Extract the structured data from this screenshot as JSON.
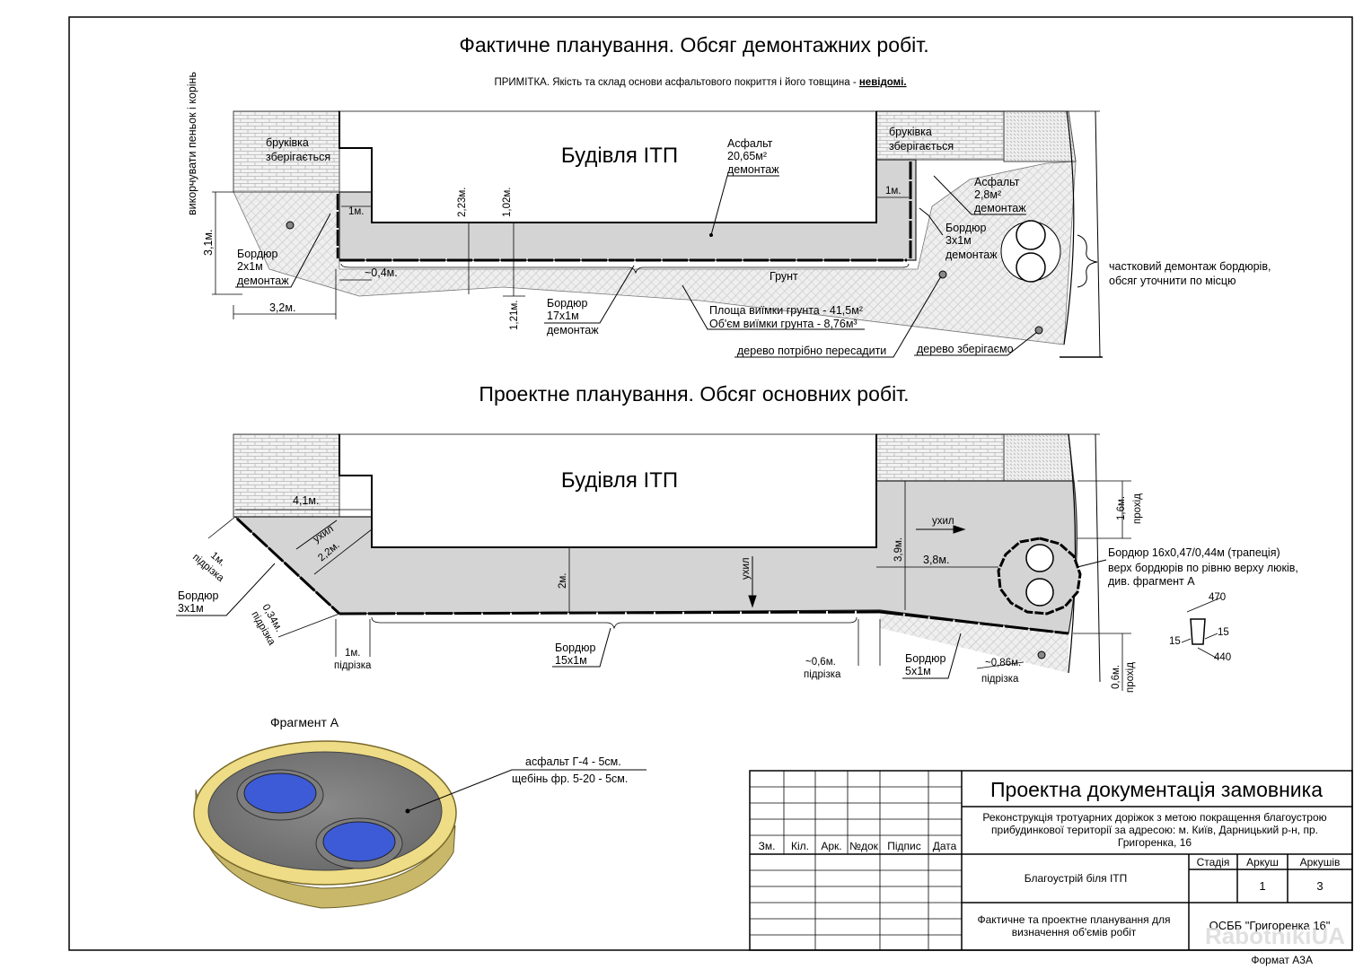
{
  "top": {
    "title": "Фактичне планування. Обсяг демонтажних робіт.",
    "note_prefix": "ПРИМІТКА. Якість та склад основи асфальтового покриття і його товщина - ",
    "note_bold": "невідомі.",
    "building": "Будівля ІТП",
    "paving_left": [
      "бруківка",
      "зберігається"
    ],
    "paving_right": [
      "бруківка",
      "зберігається"
    ],
    "stump_note": "викорчувати пеньок і корінь",
    "asphalt_main": [
      "Асфальт",
      "20,65м²",
      "демонтаж"
    ],
    "asphalt_right": [
      "Асфальт",
      "2,8м²",
      "демонтаж"
    ],
    "curb_left": [
      "Бордюр",
      "2х1м",
      "демонтаж"
    ],
    "curb_right": [
      "Бордюр",
      "3х1м",
      "демонтаж"
    ],
    "curb_bottom": [
      "Бордюр",
      "17х1м",
      "демонтаж"
    ],
    "ground": "Грунт",
    "excavation_area": "Площа виїмки грунта - 41,5м²",
    "excavation_volume": "Об'єм виїмки грунта  - 8,76м³",
    "tree_move": "дерево потрібно пересадити",
    "tree_keep": "дерево зберігаємо",
    "partial_demo": [
      "частковий демонтаж бордюрів,",
      "обсяг уточнити по місцю"
    ],
    "dims": {
      "d31": "3,1м.",
      "d32": "3,2м.",
      "d1a": "1м.",
      "d1b": "1м.",
      "d04": "~0,4м.",
      "d223": "2,23м.",
      "d102": "1,02м.",
      "d121": "1,21м."
    }
  },
  "bottom": {
    "title": "Проектне планування. Обсяг основних робіт.",
    "building": "Будівля ІТП",
    "slope": "ухил",
    "curb_left": [
      "Бордюр",
      "3х1м"
    ],
    "curb_mid": [
      "Бордюр",
      "15х1м"
    ],
    "curb_right": [
      "Бордюр",
      "5х1м"
    ],
    "curb_trap": [
      "Бордюр 16х0,47/0,44м (трапеція)",
      "верх бордюрів по рівню верху люків,",
      "див. фрагмент А"
    ],
    "trim": "підрізка",
    "passage": "прохід",
    "dims": {
      "d41": "4,1м.",
      "d22": "2,2м.",
      "d1m": "1м.",
      "d034": "0,34м.",
      "d2": "2м.",
      "d39": "3,9м.",
      "d38": "3,8м.",
      "d16": "1,6м.",
      "d06a": "~0,6м.",
      "d086": "~0,86м.",
      "d06b": "0,6м.",
      "d1": "1м."
    },
    "trap_dims": [
      "470",
      "15",
      "15",
      "440"
    ]
  },
  "fragment": {
    "title": "Фрагмент А",
    "layers": [
      "асфальт Г-4 - 5см.",
      "щебінь фр. 5-20 - 5см."
    ]
  },
  "title_block": {
    "header": "Проектна документація замовника",
    "project": [
      "Реконструкція тротуарних доріжок з метою покращення благоустрою",
      "прибудинкової території за адресою: м. Київ, Дарницький р-н, пр.",
      "Григоренка, 16"
    ],
    "cols": [
      "Зм.",
      "Кіл.",
      "Арк.",
      "№док",
      "Підпис",
      "Дата"
    ],
    "drawing": "Благоустрій біля ІТП",
    "stage_h": "Стадія",
    "sheet_h": "Аркуш",
    "sheets_h": "Аркушів",
    "stage": "",
    "sheet": "1",
    "sheets": "3",
    "sheet_title": [
      "Фактичне та проектне планування для",
      "визначення об'ємів робіт"
    ],
    "org": "ОСББ \"Григоренка 16\""
  },
  "format": "Формат А3А",
  "watermark": "RabotnikiUA",
  "colors": {
    "asphalt": "#d6d6d6",
    "hatch": "#b8b8b8",
    "hatch_bg": "#eeeeee",
    "hatch_dark": "#e2e2e2",
    "manhole": "#3d5bd6",
    "curb": "#e8d98a"
  }
}
